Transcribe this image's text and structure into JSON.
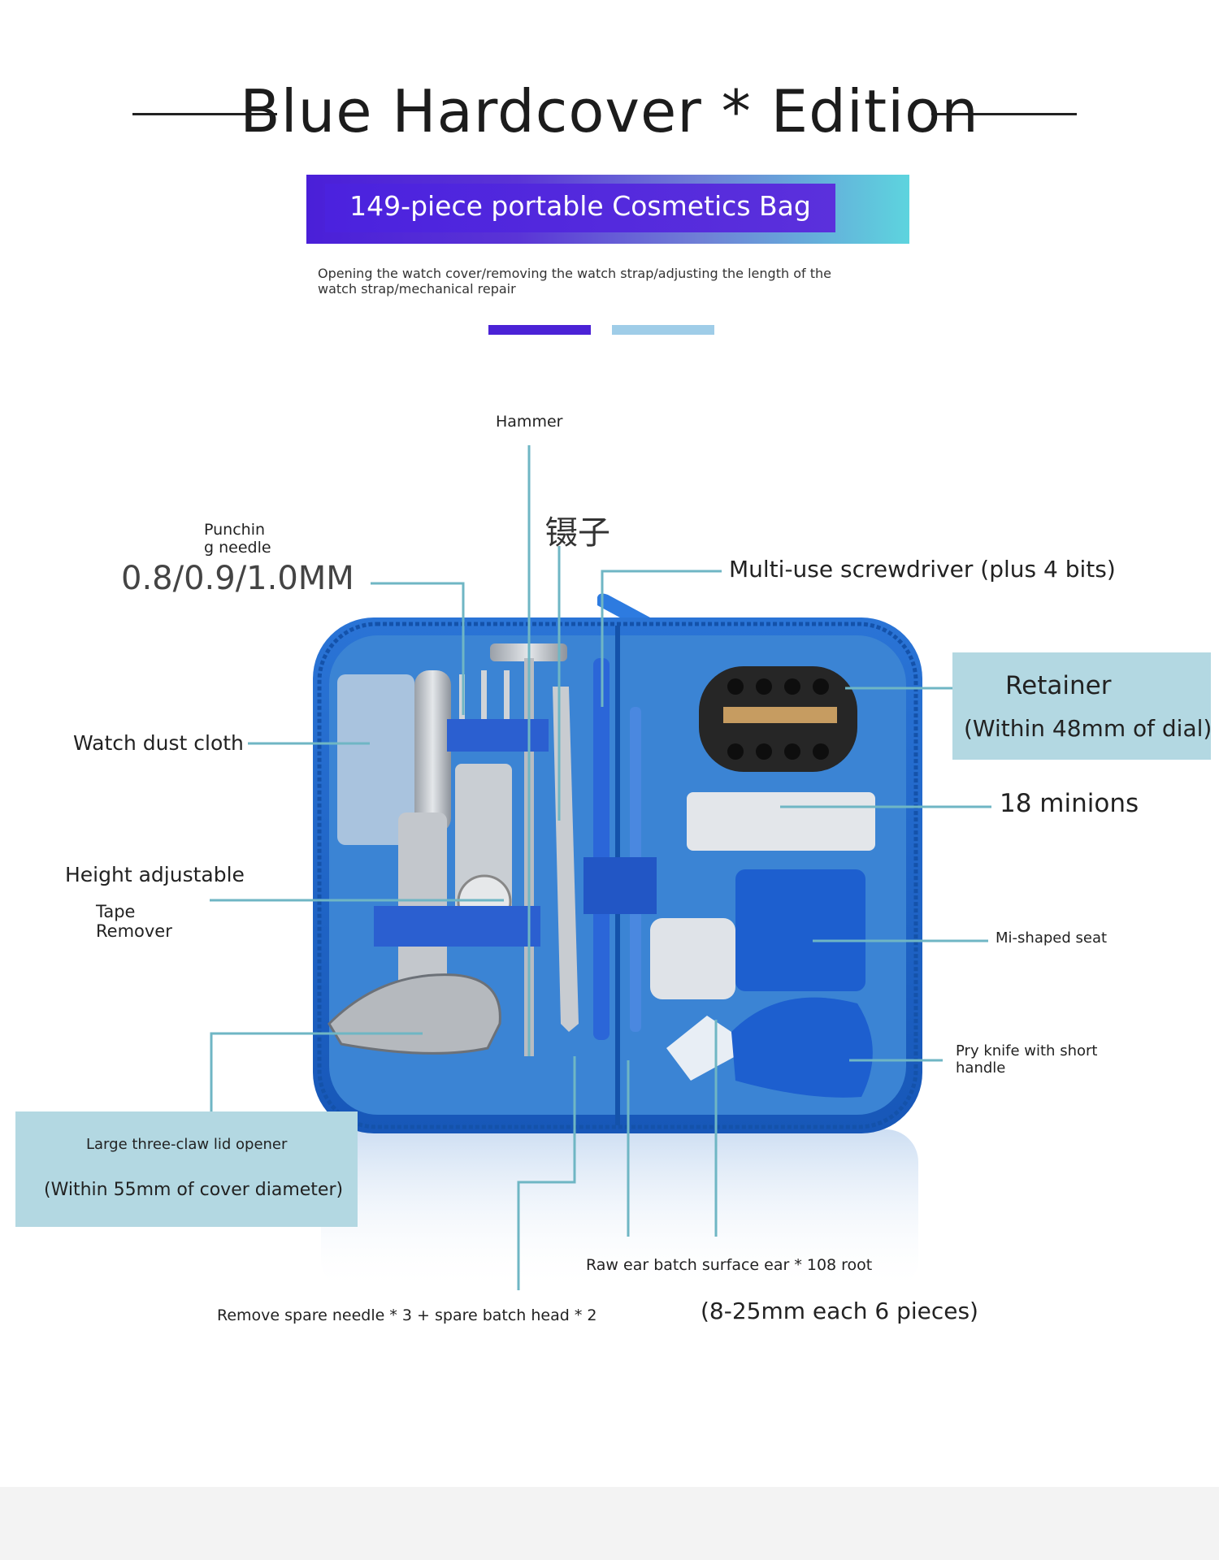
{
  "header": {
    "title": "Blue Hardcover * Edition",
    "banner": "149-piece portable Cosmetics Bag",
    "subtitle": "Opening the watch cover/removing the watch strap/adjusting the length of the watch strap/mechanical repair"
  },
  "labels": {
    "hammer": "Hammer",
    "tweezers": "镊子",
    "punching_needle_line1": "Punchin",
    "punching_needle_line2": "g needle",
    "punching_needle_sizes": "0.8/0.9/1.0MM",
    "screwdriver": "Multi-use screwdriver (plus 4 bits)",
    "retainer": "Retainer",
    "retainer_note": "(Within 48mm of dial)",
    "dust_cloth": "Watch dust cloth",
    "minions": "18 minions",
    "height_adjustable": "Height adjustable",
    "tape_remover_line1": "Tape",
    "tape_remover_line2": "Remover",
    "seat": "Mi-shaped seat",
    "pry_knife_line1": "Pry knife with short",
    "pry_knife_line2": "handle",
    "claw_opener": "Large three-claw lid opener",
    "claw_opener_note": "(Within 55mm of cover diameter)",
    "raw_ear": "Raw ear batch surface ear * 108 root",
    "raw_ear_note": "(8-25mm each 6 pieces)",
    "spare_needle": "Remove spare needle * 3 + spare batch head * 2"
  },
  "colors": {
    "accent_purple": "#4b22d6",
    "accent_light_blue": "#9fcde8",
    "leader_line": "#6fb6c4",
    "label_box": "#b3d8e2",
    "case_blue": "#1e64c8"
  }
}
